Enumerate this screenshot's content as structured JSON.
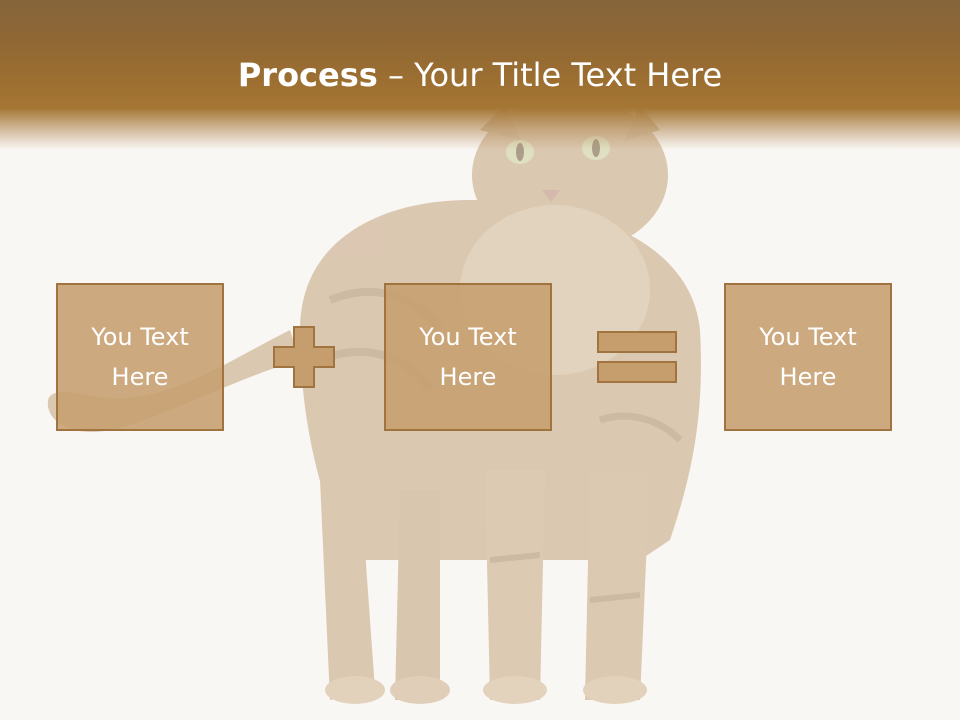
{
  "slide": {
    "title_bold": "Process",
    "title_rest": " – Your Title Text Here",
    "boxes": [
      {
        "text": "You Text Here"
      },
      {
        "text": "You Text Here"
      },
      {
        "text": "You Text Here"
      }
    ],
    "operators": [
      "plus-icon",
      "equals-icon"
    ]
  },
  "colors": {
    "header": "#9c6f31",
    "box_fill": "#c69e6e",
    "box_border": "#a1733e",
    "background": "#f9f7f3",
    "text": "#ffffff"
  }
}
